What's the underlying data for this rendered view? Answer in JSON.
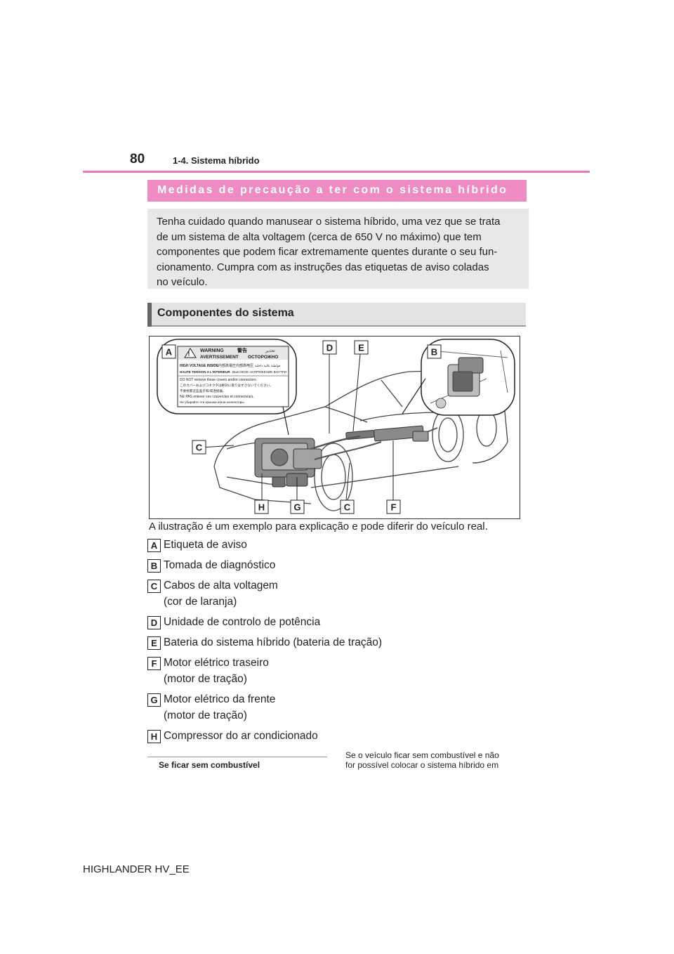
{
  "header": {
    "page_number": "80",
    "section": "1-4. Sistema híbrido"
  },
  "banner": {
    "title": "Medidas de precaução a ter com o sistema híbrido"
  },
  "notice": {
    "text": "Tenha cuidado quando manusear o sistema híbrido, uma vez que se trata de um sistema de alta voltagem (cerca de 650 V no máximo) que tem componentes que podem ficar extremamente quentes durante o seu funcionamento. Cumpra com as instruções das etiquetas de aviso coladas no veículo.",
    "lines": [
      "Tenha cuidado quando manusear o sistema híbrido, uma vez que se trata",
      "de um sistema de alta voltagem (cerca de 650 V no máximo) que tem",
      "componentes que podem ficar extremamente quentes durante o seu fun-",
      "cionamento. Cumpra com as instruções das etiquetas de aviso coladas",
      "no veículo."
    ]
  },
  "subsection": {
    "title": "Componentes do sistema"
  },
  "figure": {
    "labels": [
      "A",
      "B",
      "C",
      "D",
      "E",
      "H",
      "G",
      "C",
      "F"
    ],
    "warning_label": {
      "row1": [
        "WARNING",
        "警告",
        "تحذير"
      ],
      "row2": [
        "AVERTISSEMENT",
        "ОСТОРОЖНО"
      ],
      "row3": [
        "HIGH VOLTAGE INSIDE",
        "内部高電圧",
        "内部高电压",
        "فولطية عالية داخلية"
      ],
      "row4": [
        "HAUTE TENSION A L'INTERIEUR",
        "ВЫСОКОЕ НАПРЯЖЕНИЕ ВНУТРИ"
      ],
      "row5": "DO NOT remove these covers and/or connectors.",
      "row6": "このカバーおよびコネクタは絶対に取りはずさないでください。",
      "row7": "不要拆卸这些盖子和/或连接器。",
      "row8": "NE PAS enlever ces couvercles et connecteurs.",
      "row9": "Не убирайте эти крышки и/или коннекторы."
    }
  },
  "caption": "A ilustração é um exemplo para explicação e pode diferir do veículo real.",
  "items": [
    {
      "letter": "A",
      "lines": [
        "Etiqueta de aviso"
      ]
    },
    {
      "letter": "B",
      "lines": [
        "Tomada de diagnóstico"
      ]
    },
    {
      "letter": "C",
      "lines": [
        "Cabos de alta voltagem",
        "(cor de laranja)"
      ]
    },
    {
      "letter": "D",
      "lines": [
        "Unidade de controlo de potência"
      ]
    },
    {
      "letter": "E",
      "lines": [
        "Bateria do sistema híbrido (bateria de tração)"
      ]
    },
    {
      "letter": "F",
      "lines": [
        "Motor elétrico traseiro",
        "(motor de tração)"
      ]
    },
    {
      "letter": "G",
      "lines": [
        "Motor elétrico da frente",
        "(motor de tração)"
      ]
    },
    {
      "letter": "H",
      "lines": [
        "Compressor do ar condicionado"
      ]
    }
  ],
  "footer": {
    "left_heading": "Se ficar sem combustível",
    "right_lines": [
      "Se o veículo ficar sem combustível e não",
      "for possível colocar o sistema híbrido em"
    ],
    "model": "HIGHLANDER HV_EE"
  },
  "colors": {
    "accent_pink": "#ee8cc1",
    "rule_pink": "#e97ab8",
    "gray_box": "#e8e8e8"
  }
}
